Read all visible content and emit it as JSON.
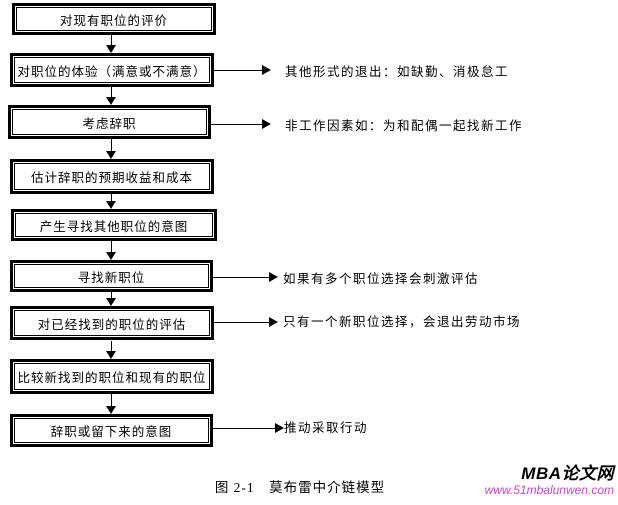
{
  "figure": {
    "boxes": [
      {
        "label": "对现有职位的评价"
      },
      {
        "label": "对职位的体验（满意或不满意）"
      },
      {
        "label": "考虑辞职"
      },
      {
        "label": "估计辞职的预期收益和成本"
      },
      {
        "label": "产生寻找其他职位的意图"
      },
      {
        "label": "寻找新职位"
      },
      {
        "label": "对已经找到的职位的评估"
      },
      {
        "label": "比较新找到的职位和现有的职位"
      },
      {
        "label": "辞职或留下来的意图"
      }
    ],
    "annotations": [
      {
        "text": "其他形式的退出：如缺勤、消极怠工"
      },
      {
        "text": "非工作因素如：为和配偶一起找新工作"
      },
      {
        "text": "如果有多个职位选择会刺激评估"
      },
      {
        "text": "只有一个新职位选择，会退出劳动市场"
      },
      {
        "text": "推动采取行动"
      }
    ],
    "caption": "图 2-1　莫布雷中介链模型",
    "watermark": {
      "site_name": "MBA论文网",
      "site_url": "www.51mbalunwen.com"
    },
    "colors": {
      "line": "#000000",
      "watermark_url": "#cc44cc"
    }
  }
}
